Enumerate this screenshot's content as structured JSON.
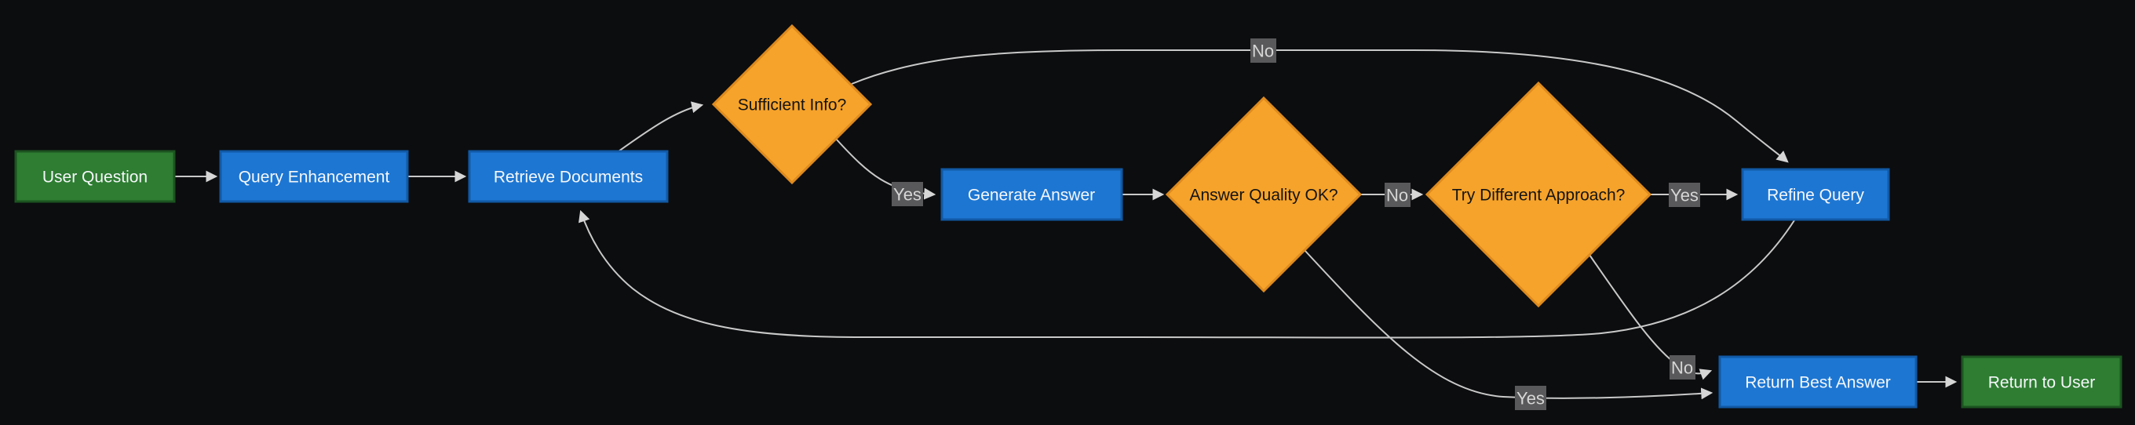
{
  "diagram": {
    "type": "flowchart",
    "direction": "left-to-right",
    "background": "#0c0d0f",
    "colors": {
      "process_fill": "#1d76d2",
      "process_stroke": "#1159a6",
      "terminal_fill": "#2e7d32",
      "terminal_stroke": "#1c5420",
      "decision_fill": "#f6a32b",
      "decision_stroke": "#dd8a1e",
      "edge_line": "#c9c9c9",
      "edge_label_bg": "#59595b",
      "edge_label_text": "#d6d6d6",
      "node_text_light": "#f5f7fa",
      "node_text_dark": "#141414"
    },
    "nodes": [
      {
        "id": "user-question",
        "label": "User Question",
        "shape": "rectangle",
        "color": "green"
      },
      {
        "id": "query-enhancement",
        "label": "Query Enhancement",
        "shape": "rectangle",
        "color": "blue"
      },
      {
        "id": "retrieve-documents",
        "label": "Retrieve Documents",
        "shape": "rectangle",
        "color": "blue"
      },
      {
        "id": "sufficient-info",
        "label": "Sufficient Info?",
        "shape": "diamond",
        "color": "orange"
      },
      {
        "id": "generate-answer",
        "label": "Generate Answer",
        "shape": "rectangle",
        "color": "blue"
      },
      {
        "id": "answer-quality",
        "label": "Answer Quality OK?",
        "shape": "diamond",
        "color": "orange"
      },
      {
        "id": "try-different-approach",
        "label": "Try Different Approach?",
        "shape": "diamond",
        "color": "orange"
      },
      {
        "id": "refine-query",
        "label": "Refine Query",
        "shape": "rectangle",
        "color": "blue"
      },
      {
        "id": "return-best-answer",
        "label": "Return Best Answer",
        "shape": "rectangle",
        "color": "blue"
      },
      {
        "id": "return-to-user",
        "label": "Return to User",
        "shape": "rectangle",
        "color": "green"
      }
    ],
    "edges": [
      {
        "from": "user-question",
        "to": "query-enhancement",
        "label": ""
      },
      {
        "from": "query-enhancement",
        "to": "retrieve-documents",
        "label": ""
      },
      {
        "from": "retrieve-documents",
        "to": "sufficient-info",
        "label": ""
      },
      {
        "from": "sufficient-info",
        "to": "generate-answer",
        "label": "Yes"
      },
      {
        "from": "sufficient-info",
        "to": "refine-query",
        "label": "No"
      },
      {
        "from": "generate-answer",
        "to": "answer-quality",
        "label": ""
      },
      {
        "from": "answer-quality",
        "to": "try-different-approach",
        "label": "No"
      },
      {
        "from": "answer-quality",
        "to": "return-best-answer",
        "label": "Yes"
      },
      {
        "from": "try-different-approach",
        "to": "refine-query",
        "label": "Yes"
      },
      {
        "from": "try-different-approach",
        "to": "return-best-answer",
        "label": "No"
      },
      {
        "from": "refine-query",
        "to": "retrieve-documents",
        "label": ""
      },
      {
        "from": "return-best-answer",
        "to": "return-to-user",
        "label": ""
      }
    ]
  }
}
